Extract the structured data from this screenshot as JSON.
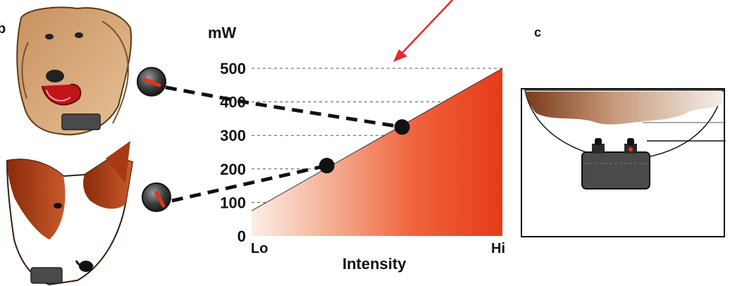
{
  "panel_b_label": "b",
  "panel_c_label": "c",
  "chart_data": {
    "type": "area",
    "ylabel": "mW",
    "xlabel": "Intensity",
    "x_ticks": [
      "Lo",
      "Hi"
    ],
    "y_ticks": [
      0,
      100,
      200,
      300,
      400,
      500
    ],
    "ylim": [
      0,
      500
    ],
    "xlim": [
      0,
      1
    ],
    "grid": true,
    "fill_gradient": [
      "#fbeee6",
      "#f26a3e",
      "#e63b1a"
    ],
    "series": [
      {
        "x": [
          0,
          1
        ],
        "y": [
          75,
          500
        ]
      }
    ],
    "markers": [
      {
        "x": 0.3,
        "y": 210
      },
      {
        "x": 0.6,
        "y": 325
      }
    ],
    "dashed_links": [
      {
        "from": "dial-top",
        "to_marker": 1,
        "via_y": 400
      },
      {
        "from": "dial-bottom",
        "to_marker": 0
      }
    ]
  },
  "colors": {
    "accent": "#e5341b",
    "arrow": "#e8282a",
    "collar": "#4a4a4a"
  },
  "icons": {
    "dog_top": "golden-dog-face-icon",
    "dog_bottom": "red-white-dog-face-icon",
    "dial_top": "intensity-dial-icon",
    "dial_bottom": "intensity-dial-icon",
    "collar": "shock-collar-icon"
  }
}
